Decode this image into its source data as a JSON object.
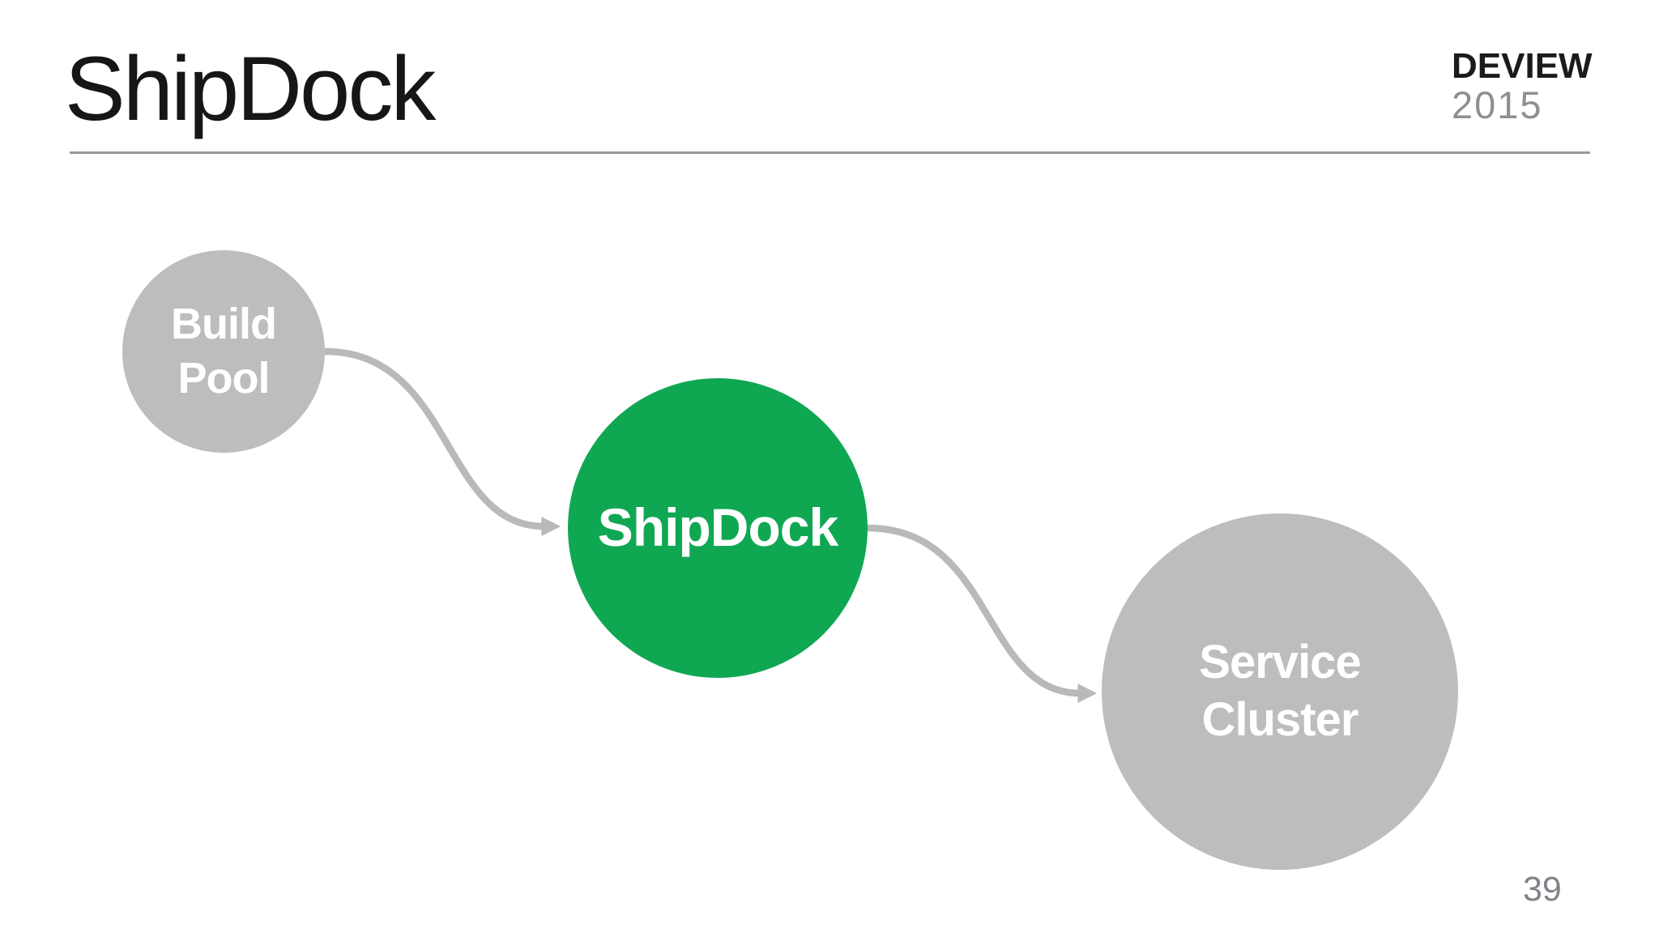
{
  "slide": {
    "title": "ShipDock",
    "page_number": "39"
  },
  "logo": {
    "brand": "DEVIEW",
    "year": "2015"
  },
  "diagram": {
    "nodes": [
      {
        "id": "build-pool",
        "label": "Build\nPool",
        "color": "#bdbdbd",
        "text_color": "#ffffff"
      },
      {
        "id": "shipdock",
        "label": "ShipDock",
        "color": "#10a753",
        "text_color": "#ffffff"
      },
      {
        "id": "service-cluster",
        "label": "Service\nCluster",
        "color": "#bdbdbd",
        "text_color": "#ffffff"
      }
    ],
    "edges": [
      {
        "from": "build-pool",
        "to": "shipdock"
      },
      {
        "from": "shipdock",
        "to": "service-cluster"
      }
    ],
    "arrow_color": "#b9b9b9"
  },
  "colors": {
    "background": "#ffffff",
    "title_text": "#161616",
    "underline": "#9a9a9a",
    "logo_year": "#8f8f8f",
    "page_number": "#82828a"
  }
}
